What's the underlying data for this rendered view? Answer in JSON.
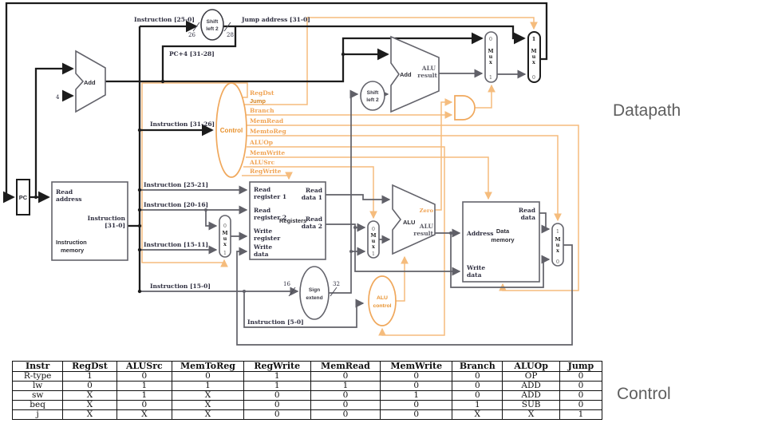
{
  "side": {
    "datapath": "Datapath",
    "control": "Control"
  },
  "colors": {
    "control_orange": "#f0a85c",
    "wire_gray": "#606068",
    "wire_black": "#1c1c1c"
  },
  "diagram": {
    "top": {
      "instr_25_0": "Instruction [25-0]",
      "jump_address": "Jump address [31-0]",
      "pc_plus_4": "PC+4 [31-28]",
      "w26": "26",
      "w28": "28",
      "shift_left_2": [
        "Shift",
        "left 2"
      ]
    },
    "pc": "PC",
    "four": "4",
    "add": "Add",
    "imem": {
      "read_address": [
        "Read",
        "address"
      ],
      "out": [
        "Instruction",
        "[31-0]"
      ],
      "name": [
        "Instruction",
        "memory"
      ]
    },
    "bus": {
      "i31_26": "Instruction [31-26]",
      "i25_21": "Instruction [25-21]",
      "i20_16": "Instruction [20-16]",
      "i15_11": "Instruction [15-11]",
      "i15_0": "Instruction [15-0]",
      "i5_0": "Instruction [5-0]"
    },
    "control": {
      "name": "Control",
      "signals": [
        "RegDst",
        "Jump",
        "Branch",
        "MemRead",
        "MemtoReg",
        "ALUOp",
        "MemWrite",
        "ALUSrc",
        "RegWrite"
      ]
    },
    "regs": {
      "read_reg_1": [
        "Read",
        "register 1"
      ],
      "read_reg_2": [
        "Read",
        "register 2"
      ],
      "write_reg": [
        "Write",
        "register"
      ],
      "write_data": [
        "Write",
        "data"
      ],
      "name": "Registers",
      "read_data_1": [
        "Read",
        "data 1"
      ],
      "read_data_2": [
        "Read",
        "data 2"
      ]
    },
    "branch_add": {
      "name": "Add",
      "result": [
        "ALU",
        "result"
      ],
      "shift_left_2": [
        "Shift",
        "left 2"
      ]
    },
    "sign_extend": {
      "name": [
        "Sign",
        "extend"
      ],
      "w16": "16",
      "w32": "32"
    },
    "alu": {
      "name": "ALU",
      "zero": "Zero",
      "result": [
        "ALU",
        "result"
      ]
    },
    "alu_control": {
      "name": [
        "ALU",
        "control"
      ]
    },
    "dmem": {
      "address": "Address",
      "write_data": [
        "Write",
        "data"
      ],
      "read_data": [
        "Read",
        "data"
      ],
      "name": [
        "Data",
        "memory"
      ]
    },
    "mux": {
      "letters": [
        "M",
        "u",
        "x"
      ],
      "pcsrc": [
        "0",
        "1"
      ],
      "jump": [
        "1",
        "0"
      ],
      "writereg": [
        "0",
        "1"
      ],
      "alusrc": [
        "0",
        "1"
      ],
      "memtoreg": [
        "1",
        "0"
      ]
    }
  },
  "control_table": {
    "headers": [
      "Instr",
      "RegDst",
      "ALUSrc",
      "MemToReg",
      "RegWrite",
      "MemRead",
      "MemWrite",
      "Branch",
      "ALUOp",
      "Jump"
    ],
    "rows": [
      [
        "R-type",
        "1",
        "0",
        "0",
        "1",
        "0",
        "0",
        "0",
        "OP",
        "0"
      ],
      [
        "lw",
        "0",
        "1",
        "1",
        "1",
        "1",
        "0",
        "0",
        "ADD",
        "0"
      ],
      [
        "sw",
        "X",
        "1",
        "X",
        "0",
        "0",
        "1",
        "0",
        "ADD",
        "0"
      ],
      [
        "beq",
        "X",
        "0",
        "X",
        "0",
        "0",
        "0",
        "1",
        "SUB",
        "0"
      ],
      [
        "j",
        "X",
        "X",
        "X",
        "0",
        "0",
        "0",
        "X",
        "X",
        "1"
      ]
    ]
  }
}
